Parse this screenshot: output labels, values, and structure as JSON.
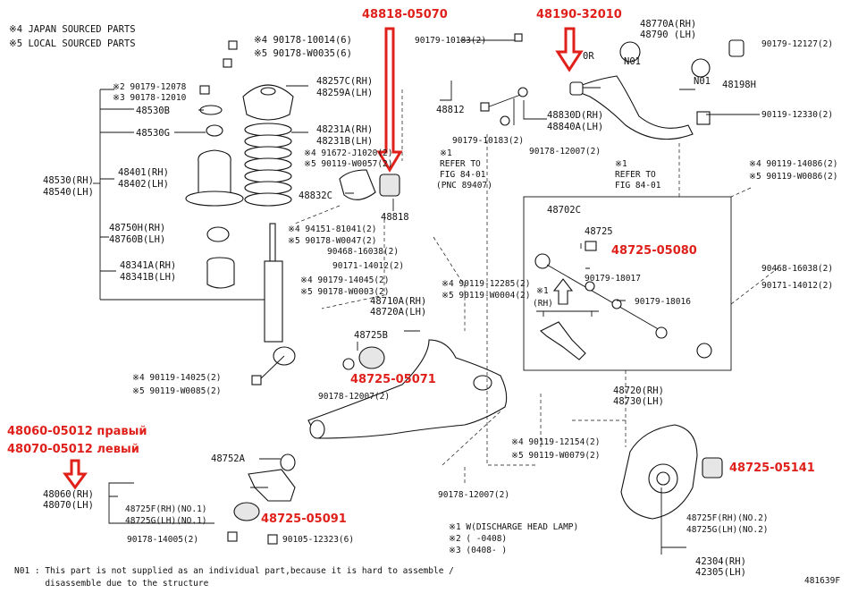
{
  "legend": {
    "japan": "※4 JAPAN SOURCED PARTS",
    "local": "※5 LOCAL SOURCED PARTS"
  },
  "highlights": {
    "stabilizer_bushing": "48818-05070",
    "stabilizer_link": "48190-32010",
    "bushing_upper_arm": "48725-05080",
    "bushing_lower_arm": "48725-05071",
    "knuckle_bushing": "48725-05141",
    "sub_frame_right": "48060-05012 правый",
    "sub_frame_left": "48070-05012 левый",
    "sub_frame_bushing": "48725-05091"
  },
  "labels": {
    "l01": "※4 90178-10014(6)",
    "l02": "※5 90178-W0035(6)",
    "l03": "※2  90179-12078",
    "l04": "※3  90178-12010",
    "l05": "48530B",
    "l06": "48530G",
    "l07": "48530(RH)",
    "l08": "48540(LH)",
    "l09": "48401(RH)",
    "l10": "48402(LH)",
    "l11": "48750H(RH)",
    "l12": "48760B(LH)",
    "l13": "48341A(RH)",
    "l14": "48341B(LH)",
    "l15": "48257C(RH)",
    "l16": "48259A(LH)",
    "l17": "48231A(RH)",
    "l18": "48231B(LH)",
    "l19": "※4 91672-J1020(2)",
    "l20": "※5 90119-W0057(2)",
    "l21": "48832C",
    "l22": "48818",
    "l23": "※4 94151-81041(2)",
    "l24": "※5 90178-W0047(2)",
    "l25": "※4 90179-14045(2)",
    "l26": "※5 90178-W0003(2)",
    "l27": "※4 90119-14025(2)",
    "l28": "※5 90119-W0085(2)",
    "l29": "90179-10183(2)",
    "l30": "48812",
    "l31": "90179-10183(2)",
    "l32": "48830D(RH)",
    "l33": "48840A(LH)",
    "l34": "90178-12007(2)",
    "l35": "※1",
    "l36": "REFER TO",
    "l37": "FIG 84-01",
    "l38": "(PNC 89407)",
    "l39": "90468-16038(2)",
    "l40": "90171-14012(2)",
    "l41": "※4 90119-12285(2)",
    "l42": "※5 90119-W0004(2)",
    "l43": "48710A(RH)",
    "l44": "48720A(LH)",
    "l45": "48725B",
    "l46": "90178-12007(2)",
    "l47": "48770A(RH)",
    "l48": "48790   (LH)",
    "l49": "N01",
    "l50": "N01",
    "l51": "90179-12127(2)",
    "l52": "48198H",
    "l53": "90119-12330(2)",
    "l54": "※1",
    "l55": "REFER TO",
    "l56": "FIG 84-01",
    "l57": "※4 90119-14086(2)",
    "l58": "※5 90119-W0086(2)",
    "l59": "48702C",
    "l60": "48725",
    "l61": "90179-18017",
    "l62": "90179-18016",
    "l63": "※1",
    "l64": "(RH)",
    "l65": "90468-16038(2)",
    "l66": "90171-14012(2)",
    "l67": "48720(RH)",
    "l68": "48730(LH)",
    "l69": "※4 90119-12154(2)",
    "l70": "※5 90119-W0079(2)",
    "l71": "90178-12007(2)",
    "l72": "48752A",
    "l73": "48060(RH)",
    "l74": "48070(LH)",
    "l75": "48725F(RH)(NO.1)",
    "l76": "48725G(LH)(NO.1)",
    "l77": "90178-14005(2)",
    "l78": "90105-12323(6)",
    "l79": "48725F(RH)(NO.2)",
    "l80": "48725G(LH)(NO.2)",
    "l81": "42304(RH)",
    "l82": "42305(LH)",
    "l83": "0R",
    "fig_code": "481639F"
  },
  "footnotes": {
    "f1": "※1   W(DISCHARGE HEAD LAMP)",
    "f2": "※2   (       -0408)",
    "f3": "※3   (0408-       )",
    "n01_a": "N01 : This part is not supplied as an individual part,because it is hard to assemble /",
    "n01_b": "      disassemble due to the structure"
  }
}
